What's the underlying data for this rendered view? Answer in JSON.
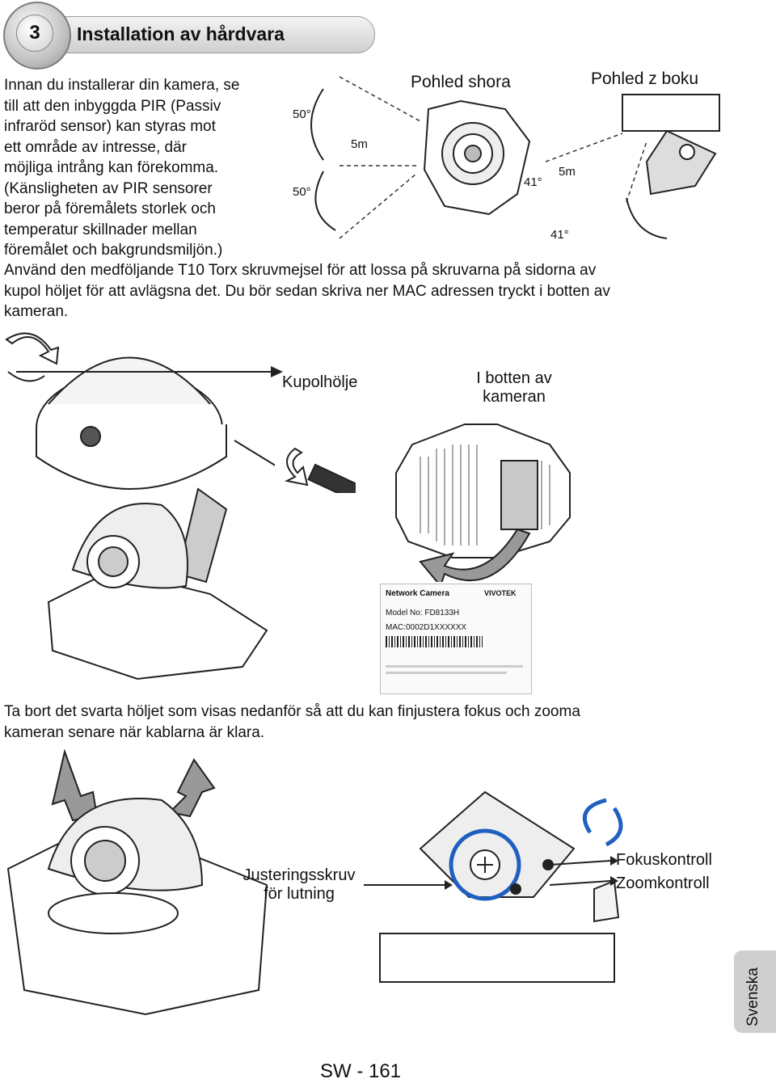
{
  "header": {
    "number": "3",
    "title": "Installation av hårdvara"
  },
  "intro_lines": [
    "Innan du installerar din kamera, se",
    "till att den inbyggda PIR (Passiv",
    "infraröd sensor) kan styras mot",
    "ett område av intresse, där",
    "möjliga intrång kan förekomma.",
    "(Känsligheten av PIR sensorer",
    "beror på föremålets storlek och",
    "temperatur skillnader mellan",
    "föremålet och bakgrundsmiljön.)"
  ],
  "pir_diagram": {
    "top_view_label": "Pohled shora",
    "side_view_label": "Pohled z boku",
    "angle_top": "50°",
    "angle_bottom": "50°",
    "distance_top": "5m",
    "distance_side": "5m",
    "angle_side_1": "41°",
    "angle_side_2": "41°"
  },
  "paragraph_1": [
    "Använd den medföljande T10 Torx skruvmejsel för att lossa på skruvarna på sidorna av",
    "kupol höljet för att avlägsna det. Du bör sedan skriva ner MAC adressen tryckt i botten av",
    "kameran."
  ],
  "labels": {
    "dome_cover": "Kupolhölje",
    "camera_bottom_1": "I botten av",
    "camera_bottom_2": "kameran",
    "tilt_screw_1": "Justeringsskruv",
    "tilt_screw_2": "för lutning",
    "focus": "Fokuskontroll",
    "zoom": "Zoomkontroll"
  },
  "mac_label": {
    "line1": "Network Camera",
    "line2": "Model No: FD8133H",
    "line3": "MAC:0002D1XXXXXX",
    "brand": "VIVOTEK"
  },
  "paragraph_2": [
    "Ta bort det svarta höljet som visas nedanför så att du kan finjustera fokus och zooma",
    "kameran senare när kablarna är klara."
  ],
  "side_tab": "Svenska",
  "page_number": "SW - 161"
}
